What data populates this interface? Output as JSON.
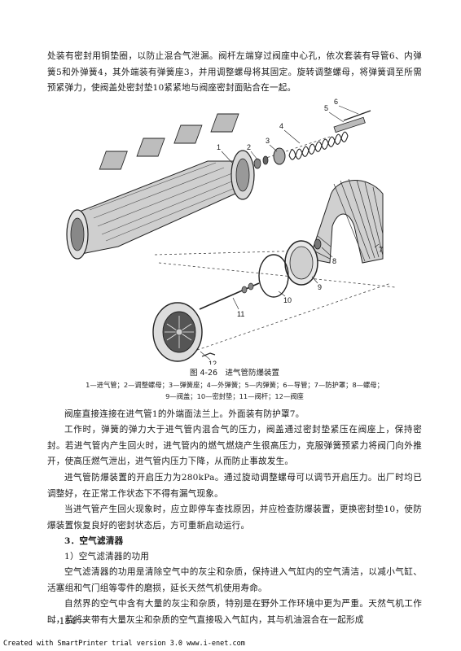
{
  "top_paragraph": "处装有密封用铜垫圈，以防止混合气泄漏。阀杆左端穿过阀座中心孔，依次套装有导管6、内弹簧5和外弹簧4，其外端装有弹簧座3，并用调整螺母将其固定。旋转调整螺母，将弹簧调至所需预紧弹力，使阀盖处密封垫10紧紧地与阀座密封面贴合在一起。",
  "figure": {
    "callouts": [
      "1",
      "2",
      "3",
      "4",
      "5",
      "6",
      "7",
      "8",
      "9",
      "10",
      "11",
      "12"
    ],
    "caption": "图 4-26　进气管防爆装置",
    "legend_line1": "1—进气管；2—调整螺母；3—弹簧座；4—外弹簧；5—内弹簧；6—导管；7—防护罩；8—螺母；",
    "legend_line2": "9—阀盖；10—密封垫；11—阀杆；12—阀座"
  },
  "paragraphs": [
    "阀座直接连接在进气管1的外端面法兰上。外面装有防护罩7。",
    "工作时，弹簧的弹力大于进气管内混合气的压力，阀盖通过密封垫紧压在阀座上，保持密封。若进气管内产生回火时，进气管内的燃气燃烧产生很高压力，克服弹簧预紧力将阀门向外推开，使高压燃气泄出，进气管内压力下降，从而防止事故发生。",
    "进气管防爆装置的开启压力为280kPa。通过旋动调整螺母可以调节开启压力。出厂时均已调整好，在正常工作状态下不得有漏气现象。",
    "当进气管产生回火现象时，应立即停车查找原因，并应检查防爆装置，更换密封垫10，使防爆装置恢复良好的密封状态后，方可重新启动运行。"
  ],
  "section_heading": "3．空气滤清器",
  "subsection_heading": "1）空气滤清器的功用",
  "paragraphs_after": [
    "空气滤清器的功用是清除空气中的灰尘和杂质，保持进入气缸内的空气清洁，以减小气缸、活塞组和气门组等零件的磨损，延长天然气机使用寿命。",
    "自然界的空气中含有大量的灰尘和杂质，特别是在野外工作环境中更为严重。天然气机工作时，若将夹带有大量灰尘和杂质的空气直接吸入气缸内，其与机油混合在一起形成"
  ],
  "folio": "— 154 —",
  "watermark": "Created with SmartPrinter trial version 3.0  www.i-enet.com"
}
